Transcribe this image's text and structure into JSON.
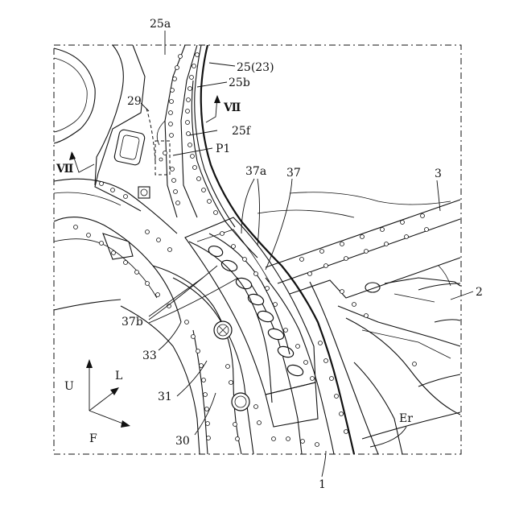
{
  "figure": {
    "labels": {
      "l_25a": "25a",
      "l_25_23": "25(23)",
      "l_25b": "25b",
      "l_29": "29",
      "l_vii_top": "Ⅶ",
      "l_vii_left": "Ⅶ",
      "l_25f": "25f",
      "l_p1": "P1",
      "l_37a": "37a",
      "l_37": "37",
      "l_3": "3",
      "l_2": "2",
      "l_37b": "37b",
      "l_33": "33",
      "l_31": "31",
      "l_30": "30",
      "l_er": "Er",
      "l_1": "1"
    },
    "axes": {
      "u": "U",
      "l": "L",
      "f": "F"
    }
  }
}
